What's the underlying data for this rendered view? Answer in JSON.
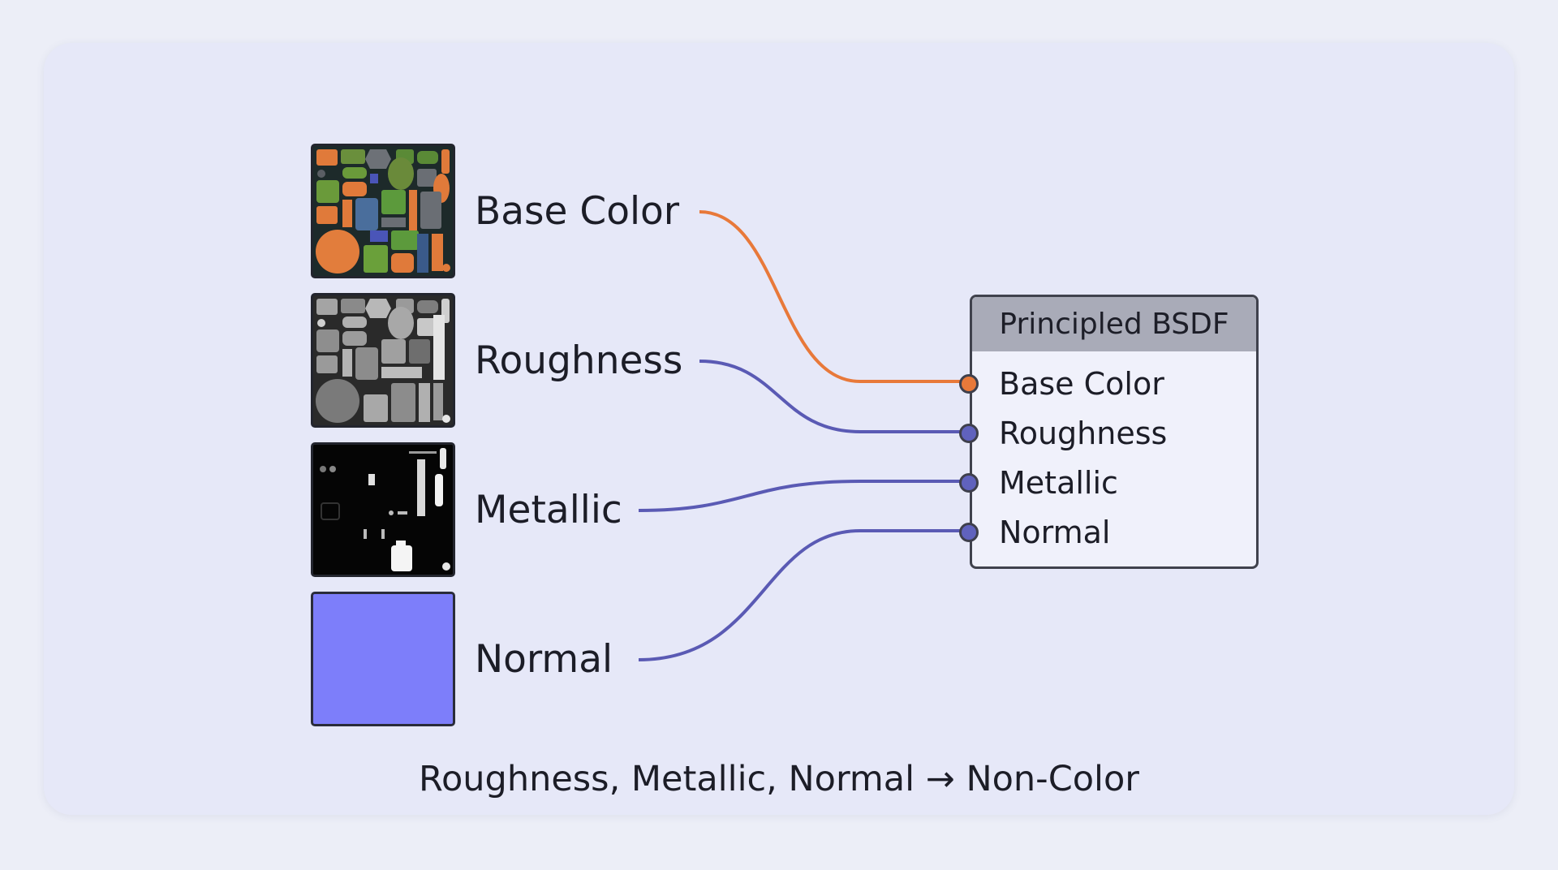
{
  "textures": [
    {
      "label": "Base Color",
      "wire_color": "#e8793a",
      "thumb": "base-color-texture-map"
    },
    {
      "label": "Roughness",
      "wire_color": "#5a5ab4",
      "thumb": "roughness-texture-map"
    },
    {
      "label": "Metallic",
      "wire_color": "#5a5ab4",
      "thumb": "metallic-texture-map"
    },
    {
      "label": "Normal",
      "wire_color": "#5a5ab4",
      "thumb": "normal-texture-map"
    }
  ],
  "node": {
    "title": "Principled BSDF",
    "inputs": [
      {
        "label": "Base Color",
        "socket_color": "#e8793a"
      },
      {
        "label": "Roughness",
        "socket_color": "#6062bd"
      },
      {
        "label": "Metallic",
        "socket_color": "#6062bd"
      },
      {
        "label": "Normal",
        "socket_color": "#6062bd"
      }
    ]
  },
  "caption": "Roughness, Metallic, Normal → Non-Color",
  "colors": {
    "background": "#eceef7",
    "card": "#e6e8f8",
    "normal_map": "#7d7efa",
    "node_header": "#a9abb8"
  }
}
